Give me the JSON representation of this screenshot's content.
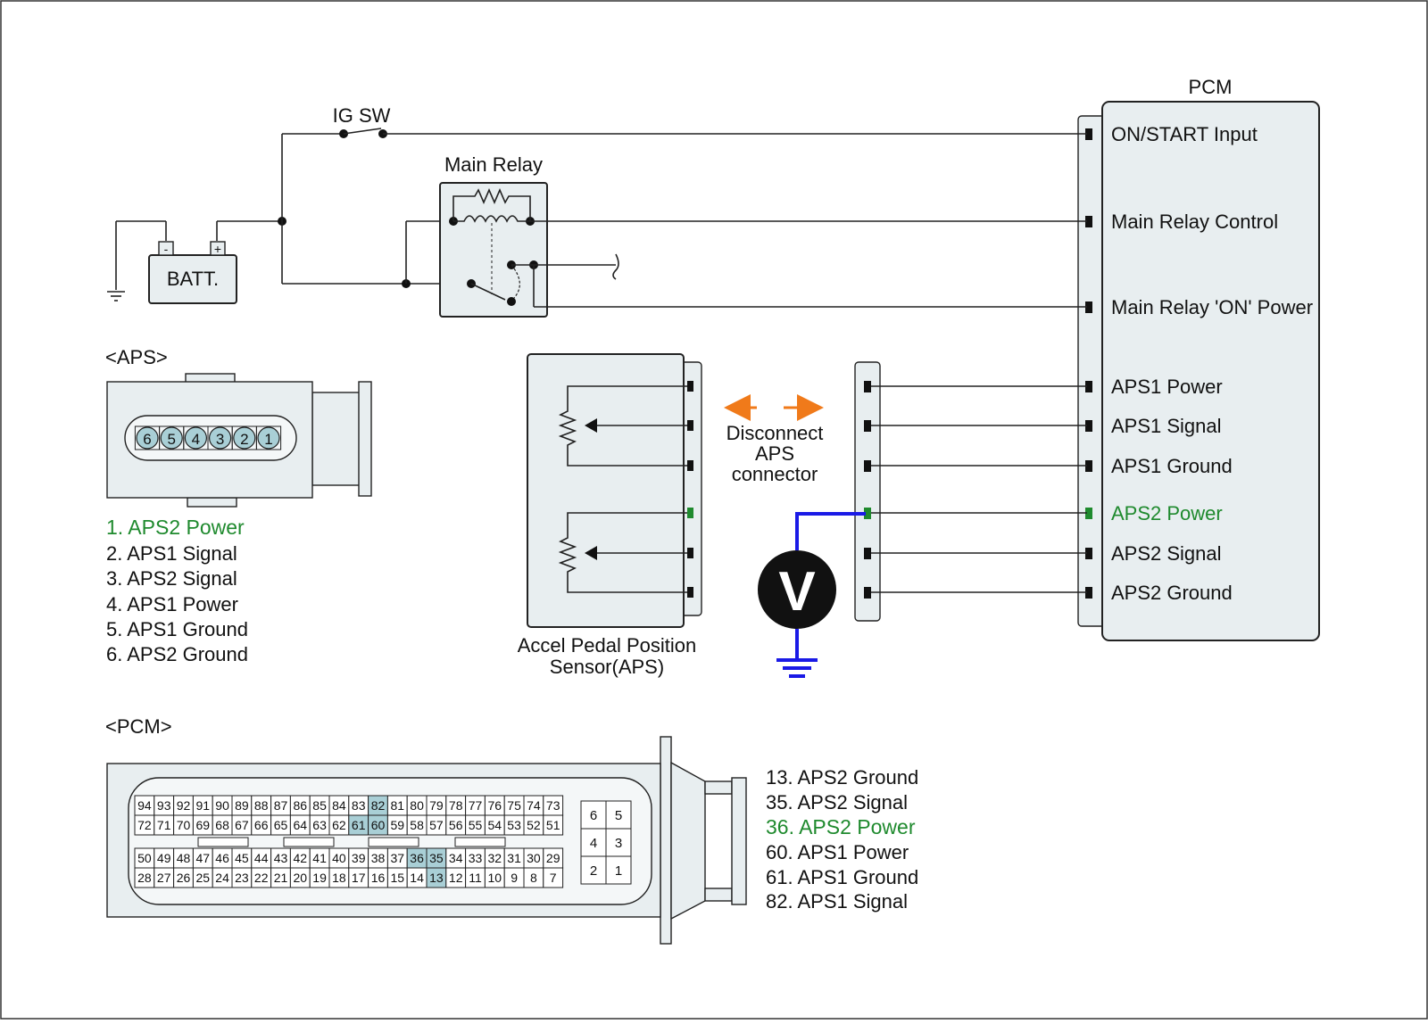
{
  "components": {
    "pcm_title": "PCM",
    "ig_sw": "IG SW",
    "main_relay": "Main Relay",
    "battery": "BATT.",
    "batt_minus": "-",
    "batt_plus": "+",
    "sensor_label_line1": "Accel Pedal Position",
    "sensor_label_line2": "Sensor(APS)",
    "disconnect_line1": "Disconnect",
    "disconnect_line2": "APS",
    "disconnect_line3": "connector",
    "voltmeter": "V"
  },
  "pcm_pins": [
    {
      "label": "ON/START Input",
      "highlight": false
    },
    {
      "label": "Main Relay Control",
      "highlight": false
    },
    {
      "label": "Main Relay 'ON' Power",
      "highlight": false
    },
    {
      "label": "APS1 Power",
      "highlight": false
    },
    {
      "label": "APS1 Signal",
      "highlight": false
    },
    {
      "label": "APS1 Ground",
      "highlight": false
    },
    {
      "label": "APS2 Power",
      "highlight": true
    },
    {
      "label": "APS2 Signal",
      "highlight": false
    },
    {
      "label": "APS2 Ground",
      "highlight": false
    }
  ],
  "aps_connector": {
    "title": "<APS>",
    "pins": [
      "6",
      "5",
      "4",
      "3",
      "2",
      "1"
    ],
    "legend": [
      {
        "text": "1. APS2 Power",
        "highlight": true
      },
      {
        "text": "2. APS1 Signal",
        "highlight": false
      },
      {
        "text": "3. APS2 Signal",
        "highlight": false
      },
      {
        "text": "4. APS1 Power",
        "highlight": false
      },
      {
        "text": "5. APS1 Ground",
        "highlight": false
      },
      {
        "text": "6. APS2 Ground",
        "highlight": false
      }
    ]
  },
  "pcm_connector": {
    "title": "<PCM>",
    "rows": [
      [
        "94",
        "93",
        "92",
        "91",
        "90",
        "89",
        "88",
        "87",
        "86",
        "85",
        "84",
        "83",
        "82",
        "81",
        "80",
        "79",
        "78",
        "77",
        "76",
        "75",
        "74",
        "73"
      ],
      [
        "72",
        "71",
        "70",
        "69",
        "68",
        "67",
        "66",
        "65",
        "64",
        "63",
        "62",
        "61",
        "60",
        "59",
        "58",
        "57",
        "56",
        "55",
        "54",
        "53",
        "52",
        "51"
      ],
      [
        "50",
        "49",
        "48",
        "47",
        "46",
        "45",
        "44",
        "43",
        "42",
        "41",
        "40",
        "39",
        "38",
        "37",
        "36",
        "35",
        "34",
        "33",
        "32",
        "31",
        "30",
        "29"
      ],
      [
        "28",
        "27",
        "26",
        "25",
        "24",
        "23",
        "22",
        "21",
        "20",
        "19",
        "18",
        "17",
        "16",
        "15",
        "14",
        "13",
        "12",
        "11",
        "10",
        "9",
        "8",
        "7"
      ]
    ],
    "small_block": [
      [
        "6",
        "5"
      ],
      [
        "4",
        "3"
      ],
      [
        "2",
        "1"
      ]
    ],
    "highlighted": [
      "82",
      "61",
      "60",
      "36",
      "35",
      "13"
    ],
    "legend": [
      {
        "text": "13. APS2 Ground",
        "highlight": false
      },
      {
        "text": "35. APS2 Signal",
        "highlight": false
      },
      {
        "text": "36. APS2 Power",
        "highlight": true
      },
      {
        "text": "60. APS1 Power",
        "highlight": false
      },
      {
        "text": "61. APS1 Ground",
        "highlight": false
      },
      {
        "text": "82. APS1 Signal",
        "highlight": false
      }
    ]
  },
  "colors": {
    "highlight_text": "#1f8a2e",
    "highlight_pin": "#a9cfd6",
    "probe_wire": "#1a1ae6",
    "disconnect_arrows": "#f07a1a",
    "component_fill": "#e8eef0"
  }
}
